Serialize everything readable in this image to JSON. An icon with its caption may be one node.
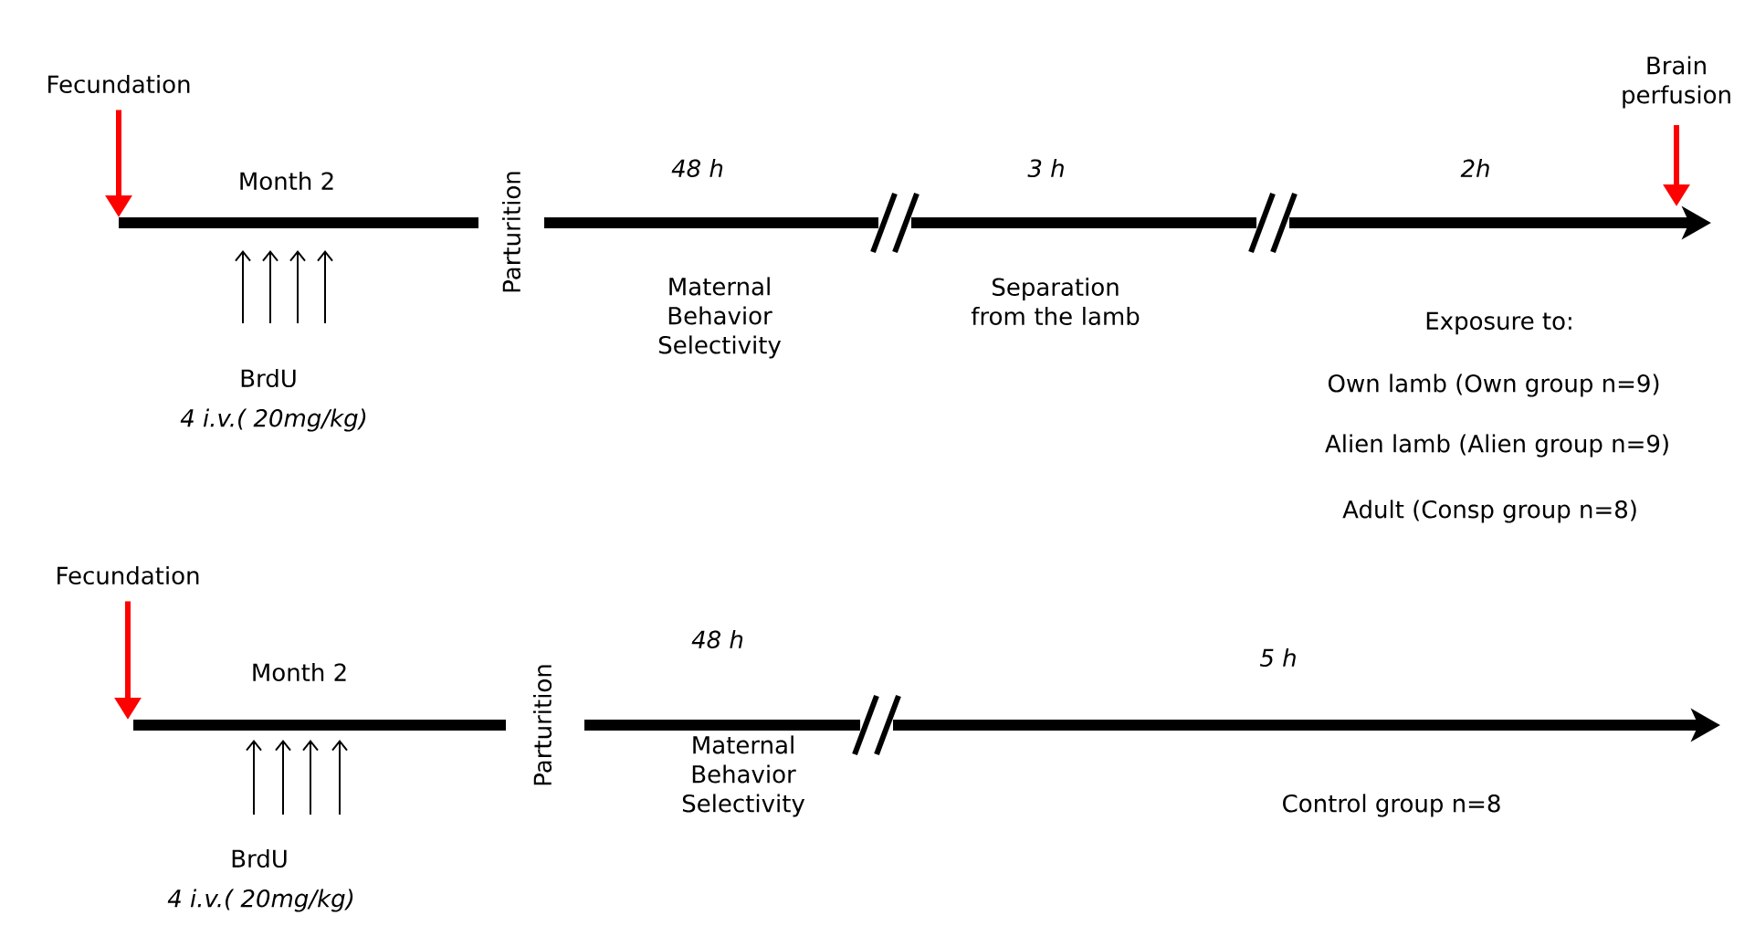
{
  "diagram": {
    "nodes": [
      {
        "text": [
          "Fecundation"
        ]
      },
      {
        "text": [
          "Brain perfusion"
        ]
      },
      {
        "text": [
          "Fecundation"
        ]
      }
    ],
    "edges": [
      {
        "from": 0,
        "to": null,
        "arrow": "to",
        "color": "#ff0000"
      },
      {
        "from": 1,
        "to": null,
        "arrow": "to",
        "color": "#ff0000"
      },
      {
        "from": 2,
        "to": null,
        "arrow": "to",
        "color": "#ff0000"
      }
    ],
    "labels": [
      "Month 2",
      "Parturition",
      "48 h",
      "3 h",
      "2h",
      "Maternal Behavior Selectivity",
      "Separation from the lamb",
      "Exposure to:",
      "BrdU",
      "4 i.v.( 20mg/kg)",
      "Own lamb (Own group n=9)",
      "Alien lamb (Alien group n=9)",
      "Adult (Consp group n=8)",
      "Month 2",
      "Parturition",
      "48 h",
      "5 h",
      "Maternal Behavior Selectivity",
      "Control group n=8",
      "BrdU",
      "4 i.v.( 20mg/kg)"
    ]
  }
}
